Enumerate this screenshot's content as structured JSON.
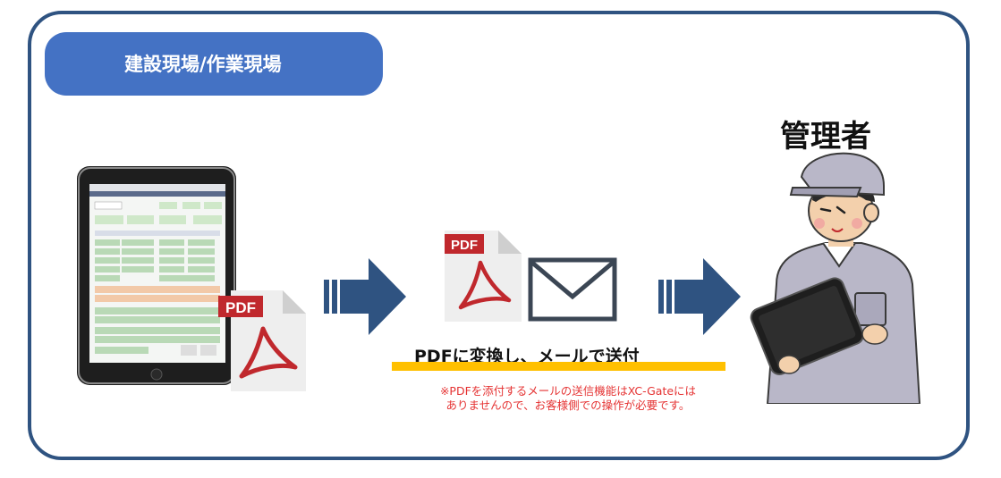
{
  "banner": {
    "title": "建設現場/作業現場"
  },
  "admin": {
    "label": "管理者"
  },
  "pdf_icon": {
    "label": "PDF"
  },
  "process": {
    "caption": "PDFに変換し、メールで送付"
  },
  "note": {
    "line1": "※PDFを添付するメールの送信機能はXC-Gateには",
    "line2": "ありませんので、お客様側での操作が必要です。"
  },
  "colors": {
    "frame": "#2f5381",
    "banner": "#4472c4",
    "arrow": "#2f5381",
    "underline": "#ffc000",
    "note": "#e53333",
    "pdf_red": "#c0282d"
  },
  "icons": [
    "tablet-icon",
    "pdf-document-icon",
    "arrow-right-icon",
    "envelope-icon",
    "manager-worker-icon"
  ]
}
